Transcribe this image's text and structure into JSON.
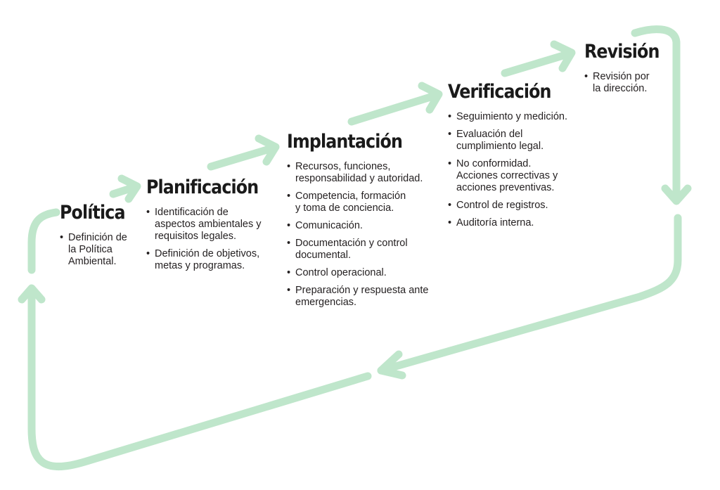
{
  "stages": [
    {
      "title": "Política",
      "items": [
        "Definición de\nla Política\nAmbiental."
      ]
    },
    {
      "title": "Planificación",
      "items": [
        "Identificación de\naspectos ambientales y\nrequisitos legales.",
        "Definición de objetivos,\nmetas y programas."
      ]
    },
    {
      "title": "Implantación",
      "items": [
        "Recursos, funciones,\nresponsabilidad y autoridad.",
        "Competencia, formación\ny toma de conciencia.",
        "Comunicación.",
        "Documentación y control\ndocumental.",
        "Control operacional.",
        "Preparación y respuesta ante\nemergencias."
      ]
    },
    {
      "title": "Verificación",
      "items": [
        "Seguimiento y medición.",
        "Evaluación del\ncumplimiento legal.",
        "No conformidad.\nAcciones correctivas y\nacciones preventivas.",
        "Control de registros.",
        "Auditoría interna."
      ]
    },
    {
      "title": "Revisión",
      "items": [
        "Revisión por\nla dirección."
      ]
    }
  ],
  "colors": {
    "arrow": "#bfe6cb",
    "text": "#231f20"
  }
}
